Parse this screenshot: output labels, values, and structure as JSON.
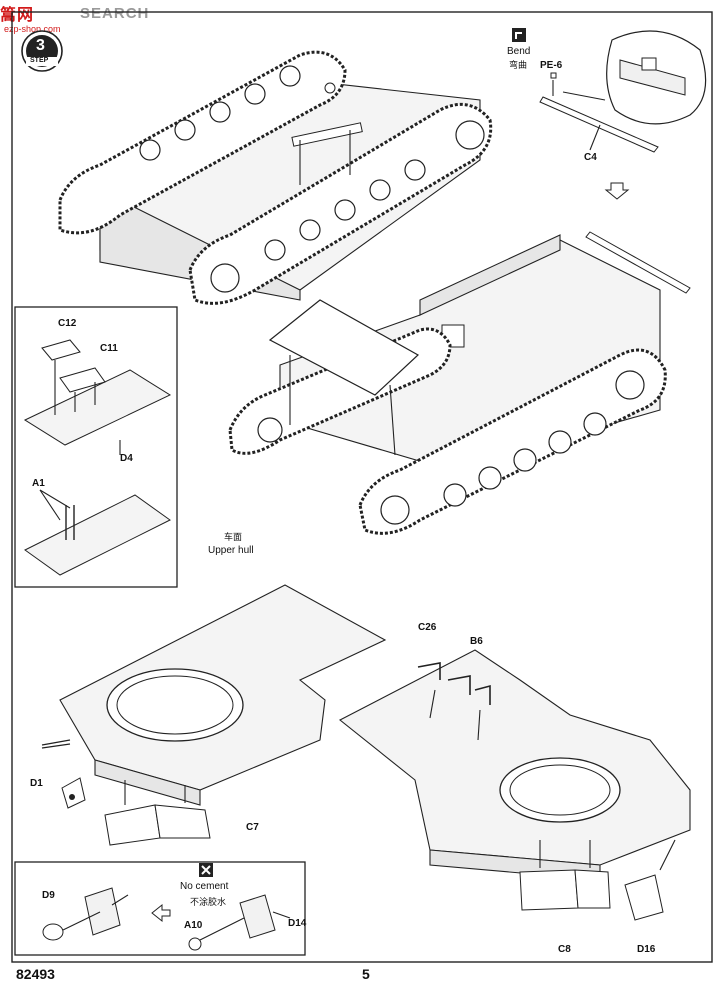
{
  "watermark": {
    "logo": "篙网",
    "url": "ezp-shop.com",
    "search": "SEARCH"
  },
  "step": {
    "number": "3",
    "label": "STEP"
  },
  "bend_note": {
    "en": "Bend",
    "cn": "弯曲"
  },
  "parts": {
    "pe6": "PE-6",
    "c4": "C4",
    "c12": "C12",
    "c11": "C11",
    "d4": "D4",
    "a1": "A1",
    "d1": "D1",
    "c7": "C7",
    "c26": "C26",
    "b6": "B6",
    "c8": "C8",
    "d16": "D16",
    "d9": "D9",
    "a10": "A10",
    "d14": "D14"
  },
  "upper_hull": {
    "cn": "车面",
    "en": "Upper hull"
  },
  "no_cement": {
    "en": "No cement",
    "cn": "不涂胶水"
  },
  "footer": {
    "kit_number": "82493",
    "page_number": "5"
  }
}
